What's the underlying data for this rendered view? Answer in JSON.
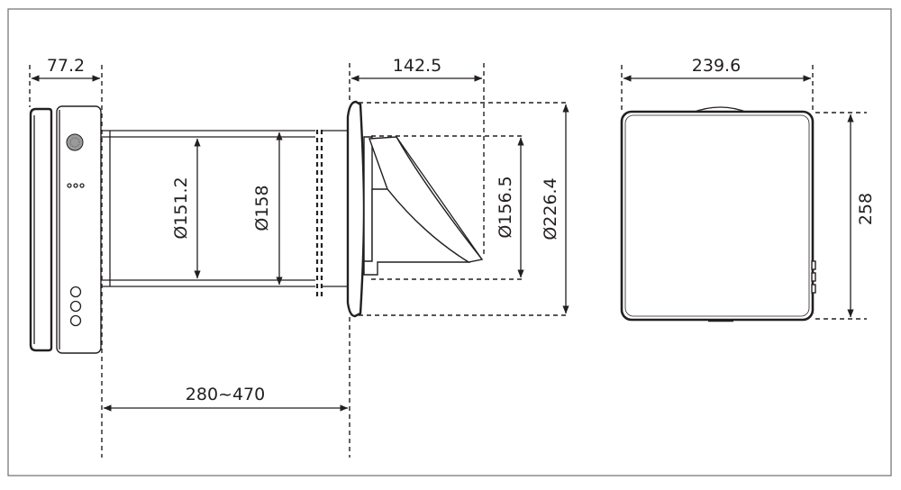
{
  "dimensions": {
    "panel_depth": "77.2",
    "wall_thickness": "280~470",
    "pipe_inner_diameter": "Ø151.2",
    "pipe_outer_diameter": "Ø158",
    "hood_depth": "142.5",
    "hood_inner_diameter": "Ø156.5",
    "hood_flange_diameter": "Ø226.4",
    "panel_width": "239.6",
    "panel_height": "258"
  },
  "colors": {
    "line": "#231f20",
    "background": "#ffffff",
    "frame": "#6d6e71"
  }
}
